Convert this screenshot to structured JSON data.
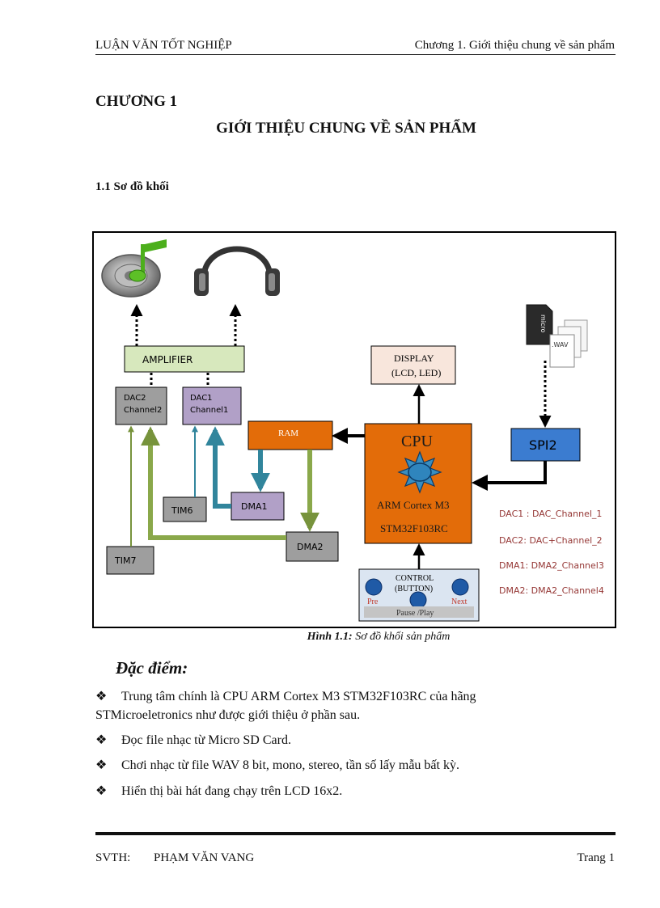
{
  "header": {
    "left": "LUẬN VĂN TỐT NGHIỆP",
    "right": "Chương 1.   Giới thiệu chung về sản phẩm"
  },
  "chapter": {
    "number": "CHƯƠNG 1",
    "title": "GIỚI THIỆU CHUNG VỀ SẢN PHẨM"
  },
  "section": "1.1 Sơ đồ khối",
  "diagram": {
    "amplifier": "AMPLIFIER",
    "dac2": [
      "DAC2",
      "Channel2"
    ],
    "dac1": [
      "DAC1",
      "Channel1"
    ],
    "ram": "RAM",
    "display": [
      "DISPLAY",
      "(LCD, LED)"
    ],
    "cpu": "CPU",
    "cpu_core": "ARM Cortex M3",
    "cpu_chip": "STM32F103RC",
    "spi": "SPI2",
    "tim6": "TIM6",
    "tim7": "TIM7",
    "dma1": "DMA1",
    "dma2": "DMA2",
    "control": [
      "CONTROL",
      "(BUTTON)"
    ],
    "btn_pre": "Pre",
    "btn_next": "Next",
    "btn_pause": "Pause /Play",
    "sd_label": "micro",
    "wav_label": ".WAV",
    "legend": [
      "DAC1 : DAC_Channel_1",
      "DAC2: DAC+Channel_2",
      "DMA1: DMA2_Channel3",
      "DMA2: DMA2_Channel4"
    ],
    "colors": {
      "amplifier": "#d7e8bd",
      "dac": "#b1a0c7",
      "gray": "#9e9e9e",
      "ram": "#e36c09",
      "cpu": "#e36c09",
      "spi": "#3b7cd0",
      "display": "#f8e6dc",
      "legend_text": "#953735",
      "green_arrow": "#77933c",
      "teal_arrow": "#31859c",
      "control": "#dbe5f1",
      "button": "#1f5aa6"
    }
  },
  "caption": {
    "label": "Hình 1.1:",
    "text": " Sơ đồ khối sản phẩm"
  },
  "features": {
    "heading": "Đặc điểm:",
    "bullet_symbol": "❖",
    "items": [
      "Trung  tâm chính là CPU ARM Cortex M3 STM32F103RC của hãng",
      "STMicroeletronics  như được giới thiệu ở phần sau.",
      "Đọc file nhạc từ Micro SD Card.",
      "Chơi nhạc từ file WAV 8 bit, mono, stereo, tần số lấy mẫu bất kỳ.",
      "Hiển thị bài hát đang chạy trên LCD 16x2."
    ]
  },
  "footer": {
    "svth_label": "SVTH:",
    "name": "PHẠM VĂN VANG",
    "page": "Trang 1"
  }
}
